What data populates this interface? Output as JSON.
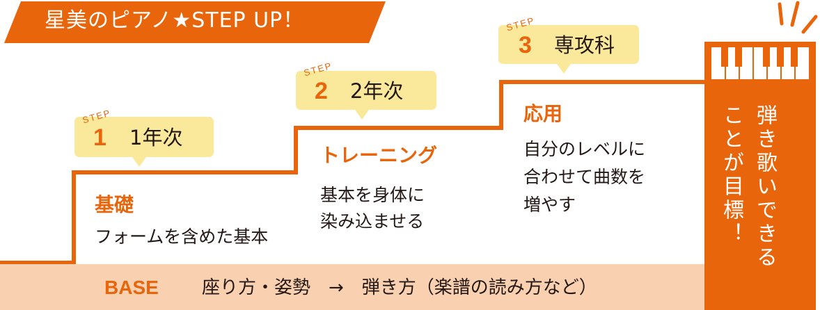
{
  "title": "星美のピアノ★STEP UP！",
  "colors": {
    "accent": "#e8650b",
    "tag": "#fae89b",
    "base_band": "#f9d0b0"
  },
  "base": {
    "label": "BASE",
    "text": "座り方・姿勢　→　弾き方（楽譜の読み方など）"
  },
  "steps": [
    {
      "step_word": "STEP",
      "number": "1",
      "label": "1年次",
      "heading": "基礎",
      "desc_lines": [
        "フォームを含めた基本"
      ]
    },
    {
      "step_word": "STEP",
      "number": "2",
      "label": "2年次",
      "heading": "トレーニング",
      "desc_lines": [
        "基本を身体に",
        "染み込ませる"
      ]
    },
    {
      "step_word": "STEP",
      "number": "3",
      "label": "専攻科",
      "heading": "応用",
      "desc_lines": [
        "自分のレベルに",
        "合わせて曲数を",
        "増やす"
      ]
    }
  ],
  "goal": {
    "lines": [
      "弾き歌いできる",
      "ことが目標！"
    ],
    "icon": "piano-keyboard-icon"
  }
}
